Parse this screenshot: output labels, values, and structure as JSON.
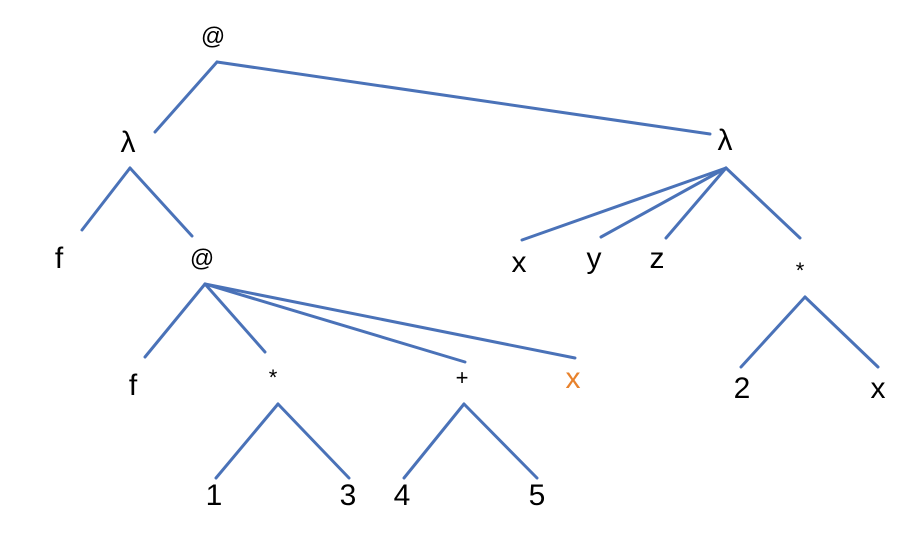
{
  "colors": {
    "edge": "#4a72b8",
    "text": "#000000",
    "highlight": "#e8822c"
  },
  "nodes": {
    "root_app": "@",
    "left_lambda": "λ",
    "right_lambda": "λ",
    "param_f": "f",
    "inner_app": "@",
    "arg_f": "f",
    "times_1": "*",
    "plus": "+",
    "arg_x_highlight": "x",
    "one": "1",
    "three": "3",
    "four": "4",
    "five": "5",
    "param_x": "x",
    "param_y": "y",
    "param_z": "z",
    "times_2": "*",
    "two": "2",
    "var_x": "x"
  }
}
